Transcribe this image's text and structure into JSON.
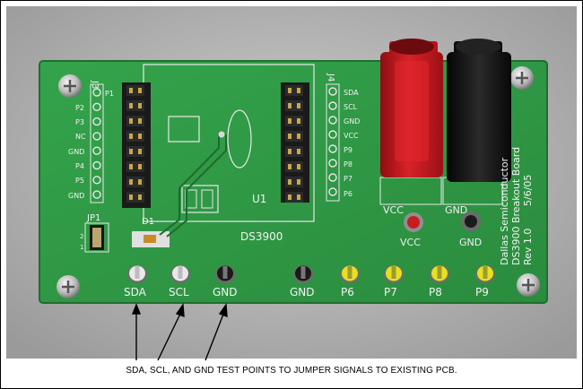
{
  "board": {
    "vendor_lines": [
      "Dallas Semiconductor",
      "DS3900 Breakout Board",
      "Rev 1.0",
      "5/6/05"
    ],
    "chip_label": "DS3900",
    "u1_label": "U1",
    "d1_label": "D1",
    "jp1_label": "JP1",
    "j3_label": "J3",
    "j4_label": "J4",
    "j3_pins": [
      "P1",
      "P2",
      "P3",
      "NC",
      "GND",
      "P4",
      "P5",
      "GND"
    ],
    "j4_pins": [
      "SDA",
      "SCL",
      "GND",
      "VCC",
      "P9",
      "P8",
      "P7",
      "P6"
    ],
    "jack_labels": {
      "vcc": "VCC",
      "gnd": "GND"
    },
    "led_labels": {
      "vcc": "VCC",
      "gnd": "GND"
    },
    "test_points": [
      "SDA",
      "SCL",
      "GND",
      "GND",
      "P6",
      "P7",
      "P8",
      "P9"
    ],
    "jp1_pin_labels": [
      "2",
      "1"
    ]
  },
  "caption": "SDA, SCL, AND GND TEST POINTS TO JUMPER SIGNALS TO EXISTING PCB.",
  "colors": {
    "pcb": "#2f9a45",
    "jack_red": "#c8161c",
    "jack_black": "#151515",
    "tp_yellow": "#e7e021"
  }
}
